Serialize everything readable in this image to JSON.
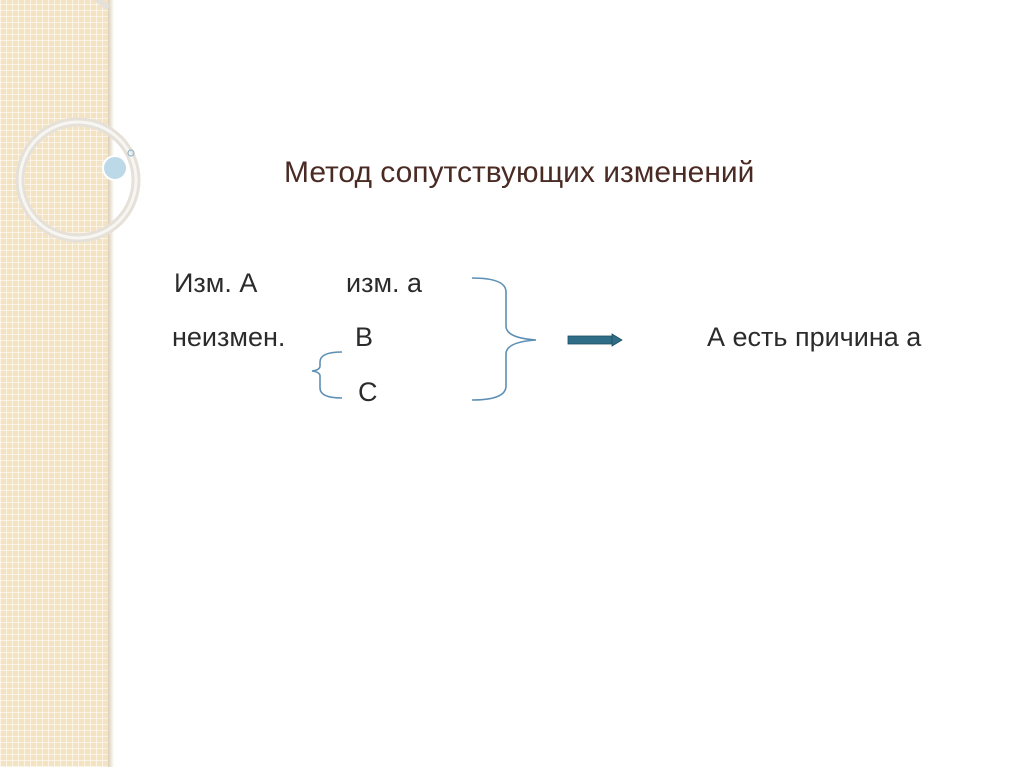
{
  "slide": {
    "title": "Метод сопутствующих изменений",
    "rows": {
      "r1_left": "Изм. А",
      "r1_right": "изм. а",
      "r2_left": "неизмен.",
      "r2_mid": "В",
      "r3_mid": "С",
      "conclusion": "А есть причина а"
    }
  },
  "colors": {
    "title": "#4a2b24",
    "text": "#2b2b2b",
    "bracket": "#5e8fb4",
    "arrow": "#2f6e86",
    "panel": "#f4e3c2"
  }
}
